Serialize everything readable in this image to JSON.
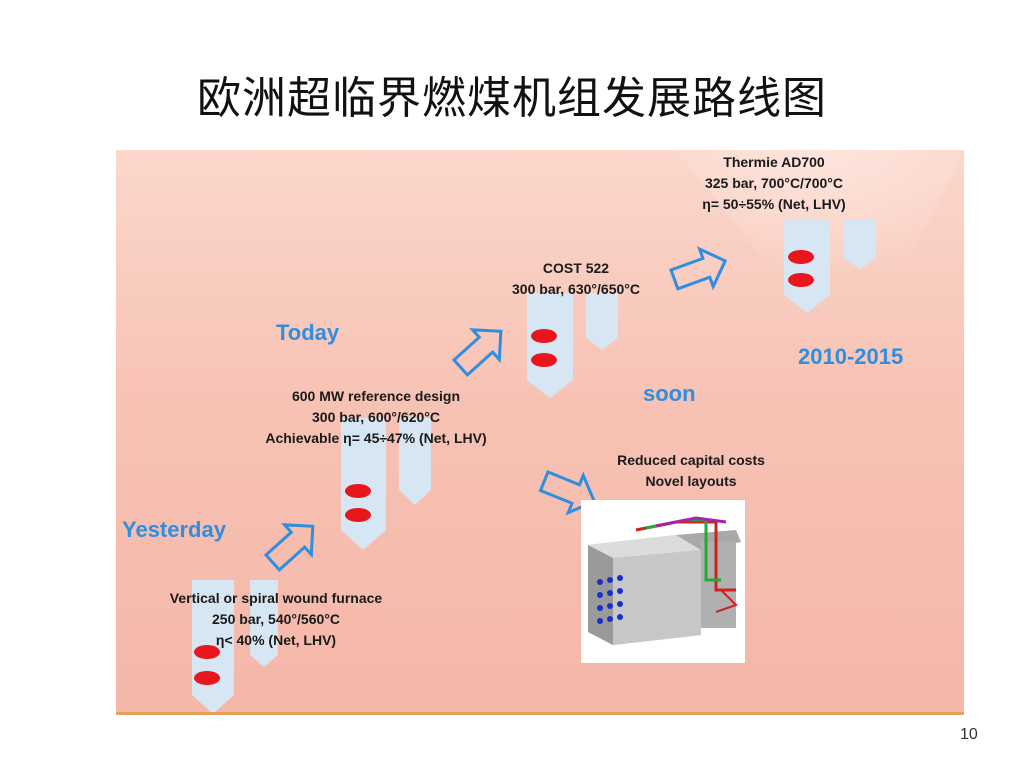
{
  "slide": {
    "title": "欧洲超临界燃煤机组发展路线图",
    "page_number": "10"
  },
  "stages": {
    "yesterday": {
      "label": "Yesterday",
      "lines": [
        "Vertical or spiral wound furnace",
        "250 bar, 540°/560°C",
        "η< 40% (Net, LHV)"
      ]
    },
    "today": {
      "label": "Today",
      "lines": [
        "600 MW reference design",
        "300 bar, 600°/620°C",
        "Achievable η= 45÷47% (Net, LHV)"
      ]
    },
    "soon": {
      "label": "soon",
      "lines": [
        "COST 522",
        "300 bar, 630°/650°C"
      ]
    },
    "future": {
      "label": "2010-2015",
      "lines": [
        "Thermie AD700",
        "325 bar, 700°C/700°C",
        "η= 50÷55% (Net, LHV)"
      ]
    },
    "layout_alt": {
      "lines": [
        "Reduced capital costs",
        "Novel layouts"
      ]
    }
  },
  "colors": {
    "arrow": "#2f8ee0",
    "label_blue": "#2f8ee0",
    "tube": "#d7e6f3",
    "flame": "#e8161d",
    "background": "#f7c2b4"
  }
}
